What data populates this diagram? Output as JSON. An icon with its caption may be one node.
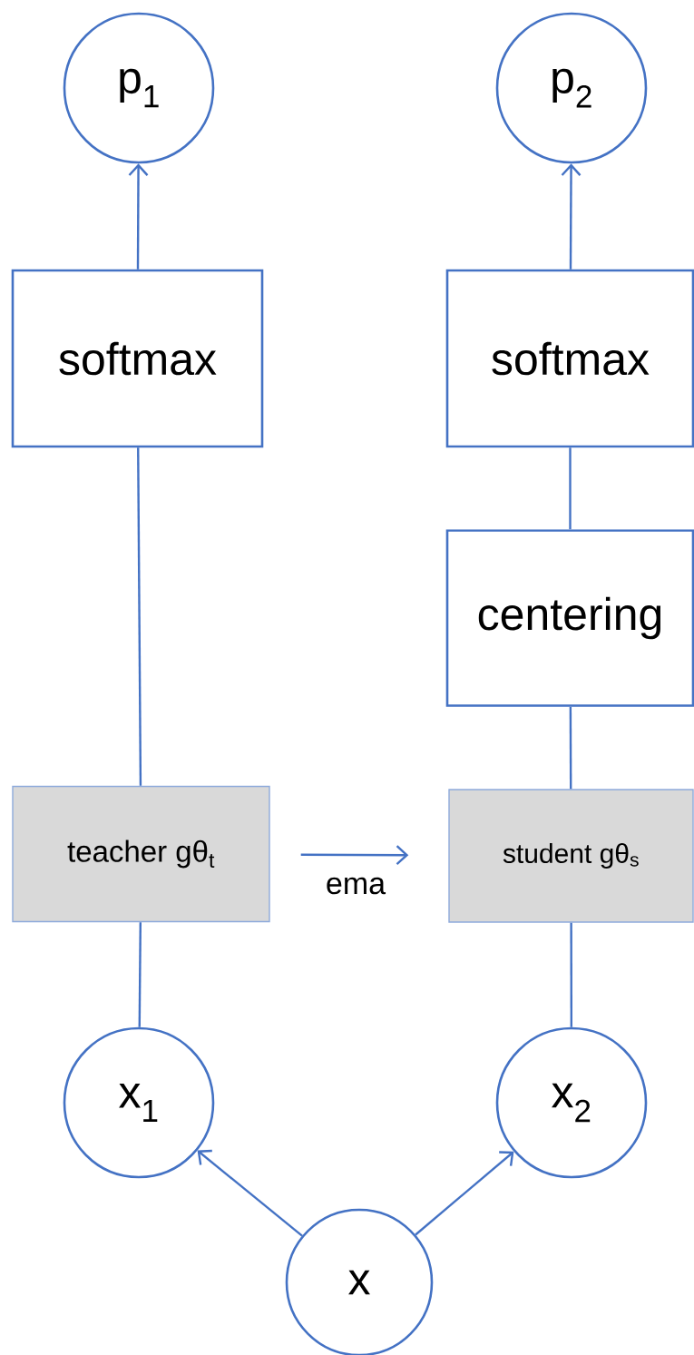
{
  "diagram": {
    "nodes": [
      {
        "text": [
          "p$_{1}$"
        ]
      },
      {
        "text": [
          "p$_{2}$"
        ]
      },
      {
        "text": [
          "softmax"
        ]
      },
      {
        "text": [
          "softmax"
        ]
      },
      {
        "text": [
          "centering"
        ]
      },
      {
        "text": [
          "teacher gθ$_{t}$"
        ]
      },
      {
        "text": [
          "student gθ$_{s}$"
        ]
      },
      {
        "text": [
          "x$_{1}$"
        ]
      },
      {
        "text": [
          "x$_{2}$"
        ]
      },
      {
        "text": [
          "x"
        ]
      }
    ],
    "edges": [
      {
        "from": 9,
        "to": 7,
        "arrow": "to"
      },
      {
        "from": 9,
        "to": 8,
        "arrow": "to"
      },
      {
        "from": 7,
        "to": 5,
        "arrow": "none"
      },
      {
        "from": 5,
        "to": 2,
        "arrow": "none"
      },
      {
        "from": 2,
        "to": 0,
        "arrow": "to"
      },
      {
        "from": 8,
        "to": 6,
        "arrow": "none"
      },
      {
        "from": 6,
        "to": 4,
        "arrow": "none"
      },
      {
        "from": 4,
        "to": 3,
        "arrow": "none"
      },
      {
        "from": 3,
        "to": 1,
        "arrow": "to"
      },
      {
        "from": 5,
        "to": 6,
        "arrow": "to",
        "label": "ema"
      }
    ]
  }
}
